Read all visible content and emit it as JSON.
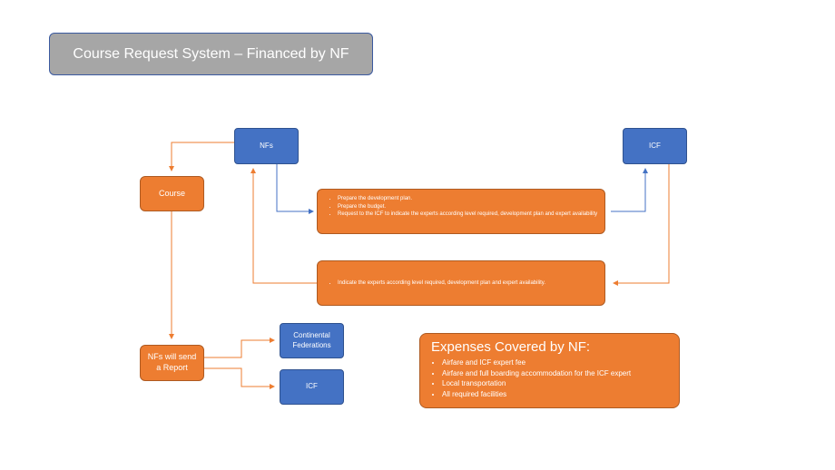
{
  "title": "Course Request System – Financed by NF",
  "nodes": {
    "nfs": "NFs",
    "icf_top": "ICF",
    "course": "Course",
    "nfs_report": "NFs will send a Report",
    "continental": "Continental Federations",
    "icf_bottom": "ICF"
  },
  "tasks": [
    "Prepare the development plan.",
    "Prepare the budget.",
    "Request to the ICF to indicate the experts according level required, development plan and expert availability"
  ],
  "icf_response": [
    "Indicate the experts according level required, development plan and expert availability."
  ],
  "expenses": {
    "heading": "Expenses Covered by NF:",
    "items": [
      "Airfare and ICF expert fee",
      "Airfare and full boarding accommodation for the ICF expert",
      "Local transportation",
      "All required facilities"
    ]
  },
  "colors": {
    "blue": "#4472c4",
    "orange": "#ed7d31",
    "gray": "#a6a6a6"
  }
}
